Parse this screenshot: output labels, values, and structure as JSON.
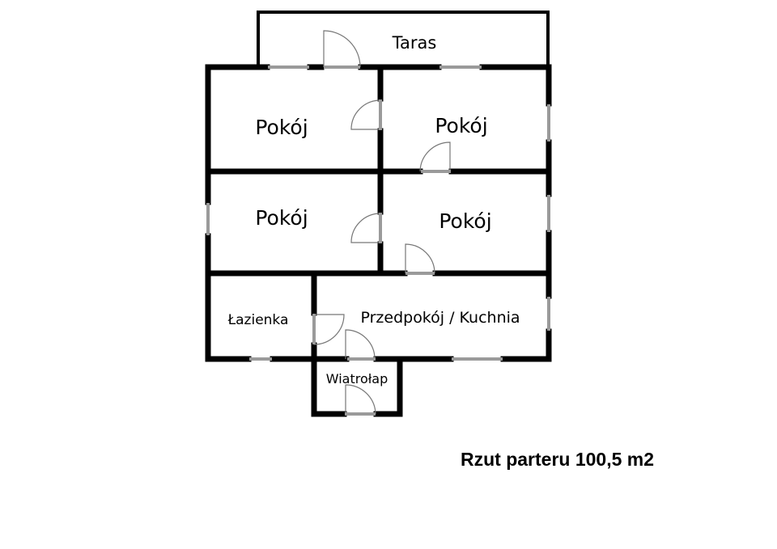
{
  "rooms": {
    "terrace": "Taras",
    "room_top_left": "Pokój",
    "room_top_right": "Pokój",
    "room_mid_left": "Pokój",
    "room_mid_right": "Pokój",
    "bathroom": "Łazienka",
    "hall_kitchen": "Przedpokój / Kuchnia",
    "vestibule": "Wiatrołap"
  },
  "caption": "Rzut parteru 100,5 m2"
}
